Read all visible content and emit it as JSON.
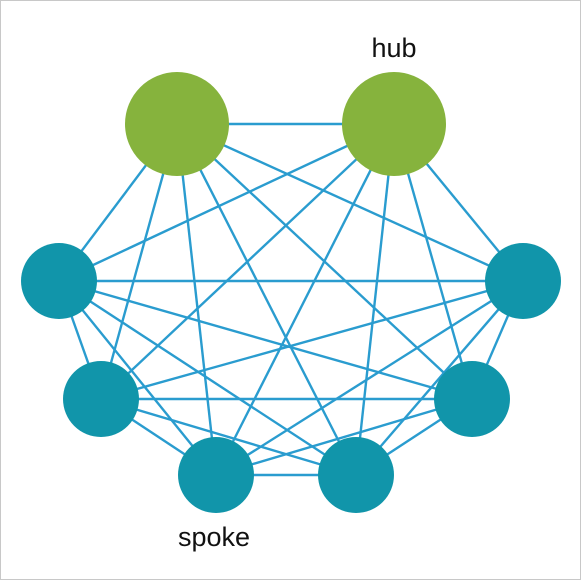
{
  "colors": {
    "hub": "#86b33d",
    "spoke": "#1195aa",
    "edge": "#2a9ccf",
    "border": "#c8c8c8",
    "background": "#ffffff"
  },
  "nodes": [
    {
      "id": "n1",
      "role": "hub",
      "label": ""
    },
    {
      "id": "n2",
      "role": "hub",
      "label": "hub"
    },
    {
      "id": "n3",
      "role": "spoke",
      "label": ""
    },
    {
      "id": "n4",
      "role": "spoke",
      "label": ""
    },
    {
      "id": "n5",
      "role": "spoke",
      "label": ""
    },
    {
      "id": "n6",
      "role": "spoke",
      "label": ""
    },
    {
      "id": "n7",
      "role": "spoke",
      "label": ""
    },
    {
      "id": "n8",
      "role": "spoke",
      "label": "spoke"
    }
  ],
  "edges": "complete"
}
